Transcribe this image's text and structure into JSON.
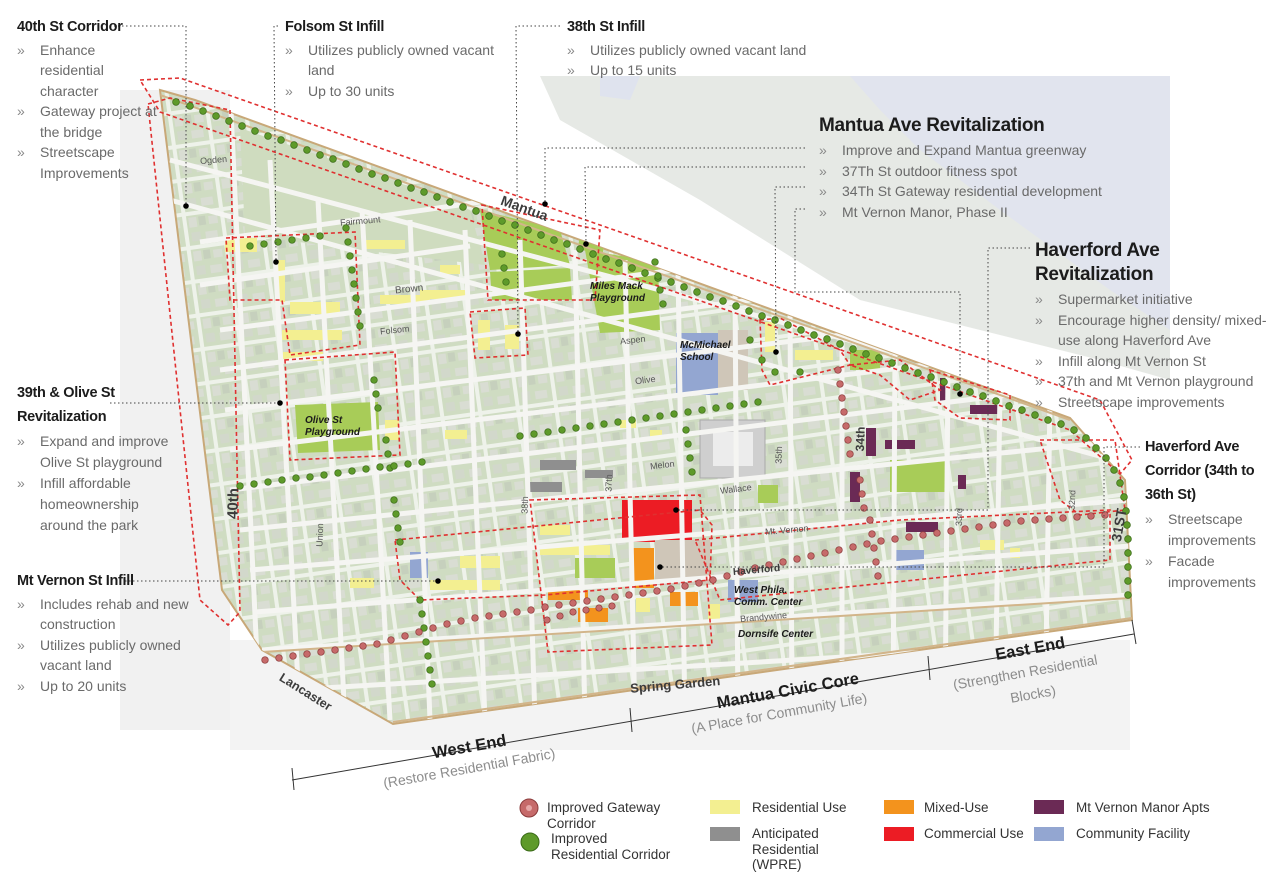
{
  "callouts": {
    "fortieth_corridor": {
      "title": "40th St Corridor",
      "items": [
        "Enhance residential character",
        "Gateway project at the bridge",
        "Streetscape Improvements"
      ]
    },
    "folsom_infill": {
      "title": "Folsom St Infill",
      "items": [
        "Utilizes publicly owned vacant land",
        "Up to 30 units"
      ]
    },
    "thirty_eighth_infill": {
      "title": "38th St Infill",
      "items": [
        "Utilizes publicly owned vacant land",
        "Up to 15 units"
      ]
    },
    "mantua_ave": {
      "title": "Mantua Ave Revitalization",
      "items": [
        "Improve and Expand Mantua greenway",
        "37Th St outdoor fitness spot",
        "34Th St Gateway residential development",
        "Mt Vernon Manor, Phase II"
      ]
    },
    "haverford_ave": {
      "title": "Haverford Ave Revitalization",
      "items": [
        "Supermarket initiative",
        "Encourage higher density/ mixed-use along Haverford Ave",
        "Infill along Mt Vernon St",
        "37th and Mt Vernon playground",
        "Streetscape improvements"
      ]
    },
    "olive_st": {
      "title": "39th & Olive St Revitalization",
      "items": [
        "Expand and improve Olive St playground",
        "Infill affordable homeownership around the park"
      ]
    },
    "haverford_corridor": {
      "title": "Haverford Ave Corridor (34th to 36th St)",
      "items": [
        "Streetscape improvements",
        "Facade improvements"
      ]
    },
    "mt_vernon_infill": {
      "title": "Mt Vernon St Infill",
      "items": [
        "Includes rehab and new construction",
        "Utilizes publicly owned vacant land",
        "Up to 20 units"
      ]
    }
  },
  "zones": {
    "west_end": {
      "name": "West End",
      "sub": "(Restore Residential Fabric)"
    },
    "civic_core": {
      "name": "Mantua Civic Core",
      "sub": "(A Place for Community Life)"
    },
    "east_end": {
      "name": "East End",
      "sub1": "(Strengthen Residential",
      "sub2": "Blocks)"
    }
  },
  "streets": {
    "mantua": "Mantua",
    "spring_garden": "Spring Garden",
    "lancaster": "Lancaster",
    "fortieth": "40th",
    "thirty_first": "31ST",
    "thirty_fourth": "34th",
    "haverford": "Haverford",
    "ogden": "Ogden",
    "fairmount": "Fairmount",
    "brown": "Brown",
    "folsom": "Folsom",
    "olive": "Olive",
    "melon": "Melon",
    "wallace": "Wallace",
    "union": "Union",
    "brandywine": "Brandywine",
    "aspen": "Aspen",
    "thirty_fifth": "35th",
    "thirty_seventh": "37th",
    "thirty_eighth": "38th",
    "thirty_second": "32nd",
    "thirty_third": "33rd",
    "mt_vernon": "Mt. Vernon"
  },
  "places": {
    "miles_mack": "Miles Mack Playground",
    "mcmichael": "McMichael School",
    "olive_playground": "Olive St Playground",
    "west_phila": "West Phila. Comm. Center",
    "dornsife": "Dornsife Center"
  },
  "legend": {
    "gateway": "Improved Gateway Corridor",
    "residential_corridor": "Improved Residential Corridor",
    "residential_use": "Residential Use",
    "anticipated": "Anticipated Residential (WPRE)",
    "mixed_use": "Mixed-Use",
    "commercial": "Commercial Use",
    "manor": "Mt Vernon Manor Apts",
    "community": "Community Facility"
  },
  "colors": {
    "residential_use": "#f3ef91",
    "anticipated": "#8f8f8f",
    "mixed_use": "#f3931d",
    "commercial": "#ec1c24",
    "manor": "#6b2a55",
    "community": "#93a6d1",
    "park": "#a8cc58",
    "gateway": "#c66a6a",
    "residential_corridor": "#5e9a2a",
    "boundary": "#e03030",
    "block": "#cfdcc2"
  }
}
